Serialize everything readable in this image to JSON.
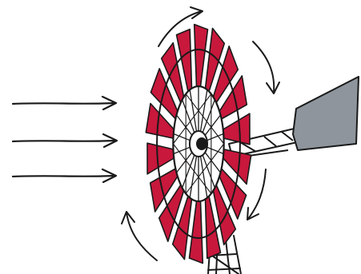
{
  "illustration": {
    "subject": "windmill",
    "wind_direction": "left-to-right",
    "rotation": "clockwise",
    "blade_count": 18
  },
  "colors": {
    "blade": "#c8183c",
    "outline": "#1a1a1a",
    "tail_vane": "#8e959c",
    "background": "#ffffff"
  },
  "icons": [
    "wind-arrow-icon",
    "rotation-arrow-icon",
    "windmill-icon"
  ]
}
